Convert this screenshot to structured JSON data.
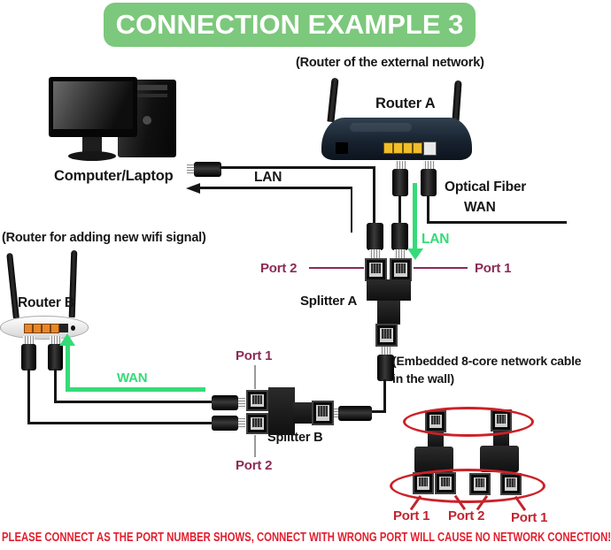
{
  "title": "CONNECTION EXAMPLE 3",
  "colors": {
    "banner_green": "#7cc87c",
    "signal_green": "#35db78",
    "port_label_magenta": "#8d2a56",
    "circle_red": "#cc2127",
    "warning_red": "#e31d2d"
  },
  "external_network": {
    "caption": "(Router of the external network)",
    "router_label": "Router A"
  },
  "computer": {
    "label": "Computer/Laptop"
  },
  "links": {
    "lan_black": "LAN",
    "optical_fiber": "Optical Fiber",
    "wan_black": "WAN",
    "lan_green": "LAN",
    "wan_green": "WAN"
  },
  "splitter_a": {
    "label": "Splitter A",
    "left_port": "Port 2",
    "right_port": "Port 1"
  },
  "wall_cable": {
    "caption_line1": "(Embedded 8-core network cable",
    "caption_line2": "in the wall)"
  },
  "new_wifi": {
    "caption": "(Router for adding new wifi signal)",
    "router_label": "Router B"
  },
  "splitter_b": {
    "label": "Splitter B",
    "top_port": "Port 1",
    "bottom_port": "Port 2"
  },
  "port_detail": {
    "labels": [
      "Port 1",
      "Port 2",
      "Port 1"
    ]
  },
  "footer": {
    "warning": "PLEASE CONNECT AS THE PORT NUMBER SHOWS, CONNECT WITH WRONG PORT WILL CAUSE NO NETWORK CONECTION!"
  }
}
